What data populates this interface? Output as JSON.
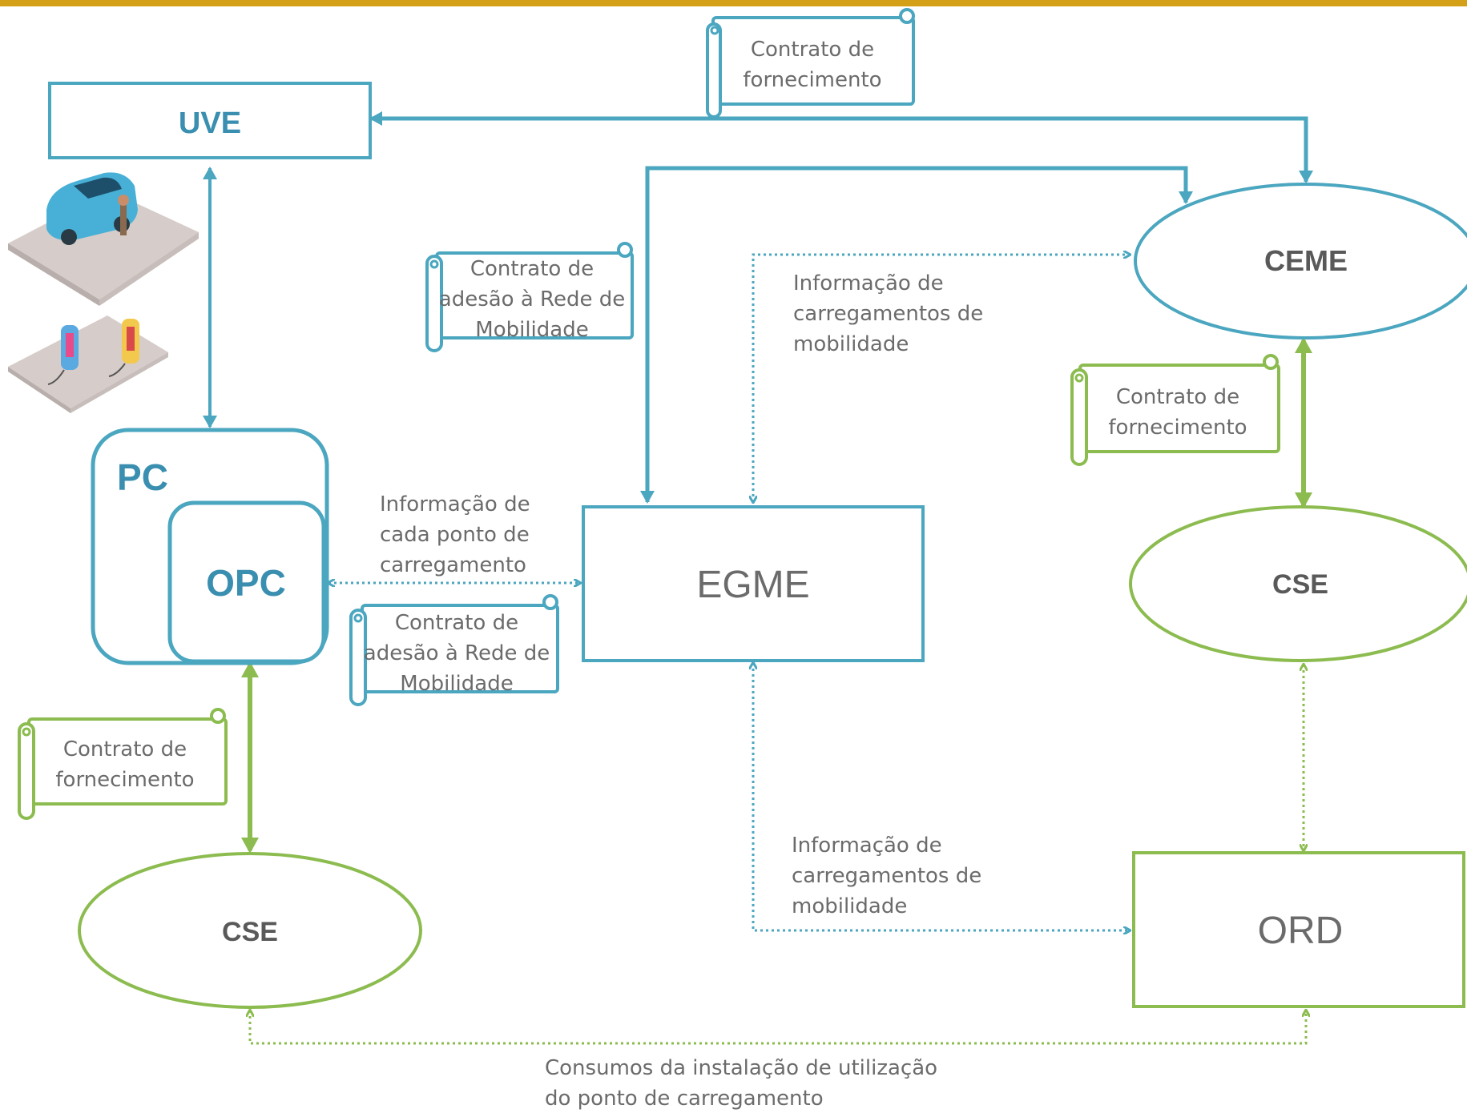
{
  "colors": {
    "blue": "#4ba6c0",
    "green": "#8cbc4f",
    "label_gray": "#6b6b6b",
    "accent_bar": "#d4a017",
    "title_blue": "#3a8fb0"
  },
  "nodes": {
    "uve": "UVE",
    "ceme": "CEME",
    "pc": "PC",
    "opc": "OPC",
    "egme": "EGME",
    "cse_right": "CSE",
    "cse_left": "CSE",
    "ord": "ORD"
  },
  "scrolls": {
    "top_supply": [
      "Contrato de",
      "fornecimento"
    ],
    "mid_adhesion": [
      "Contrato de",
      "adesão à Rede de",
      "Mobilidade"
    ],
    "opc_adhesion": [
      "Contrato de",
      "adesão à Rede de",
      "Mobilidade"
    ],
    "right_supply": [
      "Contrato de",
      "fornecimento"
    ],
    "left_supply": [
      "Contrato de",
      "fornecimento"
    ]
  },
  "labels": {
    "egme_ceme_info": [
      "Informação de",
      "carregamentos de",
      "mobilidade"
    ],
    "opc_egme_info": [
      "Informação de",
      "cada ponto de",
      "carregamento"
    ],
    "egme_ord_info": [
      "Informação de",
      "carregamentos de",
      "mobilidade"
    ],
    "bottom_consumption": [
      "Consumos da instalação de utilização",
      "do ponto de carregamento"
    ]
  },
  "icons": [
    "electric-car-illustration",
    "charging-station-illustration"
  ]
}
